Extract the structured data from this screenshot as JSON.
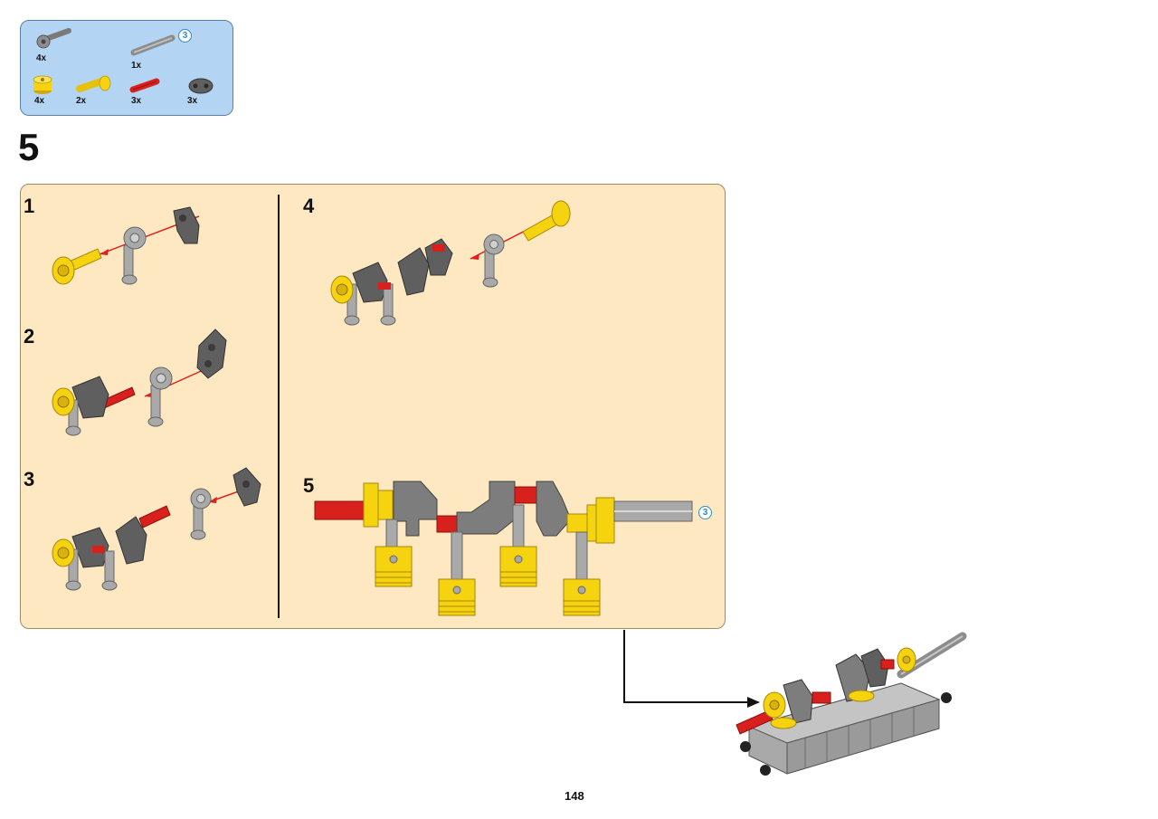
{
  "parts_list": {
    "ref_step": "3",
    "items": [
      {
        "icon": "connector-axle-part-icon",
        "qty": "4x"
      },
      {
        "icon": "gray-axle-part-icon",
        "qty": "1x"
      },
      {
        "icon": "yellow-bush-part-icon",
        "qty": "4x"
      },
      {
        "icon": "yellow-axle-connector-part-icon",
        "qty": "2x"
      },
      {
        "icon": "red-axle-part-icon",
        "qty": "3x"
      },
      {
        "icon": "dark-gray-liftarm-part-icon",
        "qty": "3x"
      }
    ]
  },
  "step": {
    "number": "5",
    "sub_steps": [
      "1",
      "2",
      "3",
      "4",
      "5"
    ],
    "sub_step_ref": "3"
  },
  "page_number": "148",
  "colors": {
    "panel_bg": "#fde8c2",
    "parts_bg": "#b3d4f2",
    "yellow": "#f5d30f",
    "red": "#d8201c",
    "light_gray": "#a9a9a9",
    "dark_gray": "#5f5f5f",
    "arrow": "#e0201c"
  }
}
